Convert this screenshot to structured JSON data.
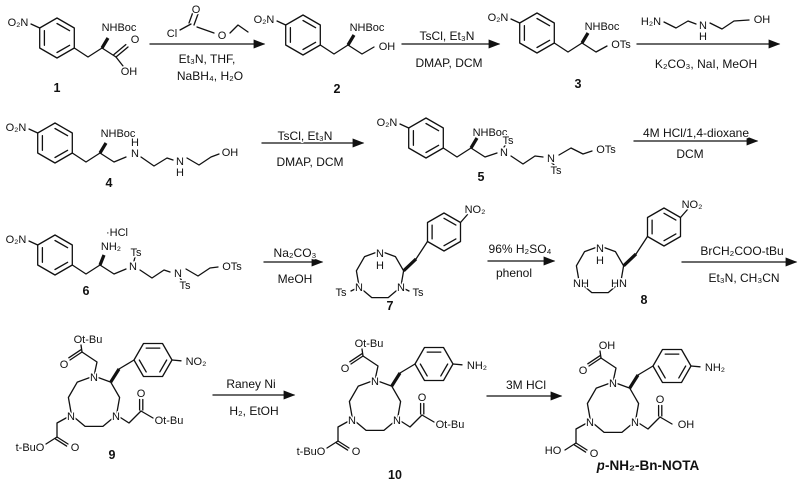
{
  "colors": {
    "ink": "#111111",
    "background": "#ffffff"
  },
  "labels": {
    "o2n": "O₂N",
    "nhboc": "NHBoc",
    "o": "O",
    "oh": "OH",
    "ho": "HO",
    "cl": "Cl",
    "ots": "OTs",
    "ts": "Ts",
    "n": "N",
    "h": "H",
    "nh": "NH",
    "hn": "HN",
    "nh2": "NH₂",
    "h2n": "H₂N",
    "no2": "NO₂",
    "hcl": "·HCl",
    "otbu": "Ot-Bu",
    "tbuo": "t-BuO"
  },
  "compounds": {
    "numbers": [
      "1",
      "2",
      "3",
      "4",
      "5",
      "6",
      "7",
      "8",
      "9",
      "10"
    ],
    "final_prefix": "p",
    "final_rest": "-NH₂-Bn-NOTA"
  },
  "steps": [
    {
      "above": "",
      "below1": "Et₃N, THF,",
      "below2": "NaBH₄, H₂O"
    },
    {
      "above": "TsCl, Et₃N",
      "below1": "DMAP, DCM"
    },
    {
      "above": "",
      "below1": "K₂CO₃, NaI, MeOH"
    },
    {
      "above": "TsCl, Et₃N",
      "below1": "DMAP, DCM"
    },
    {
      "above": "4M HCl/1,4-dioxane",
      "below1": "DCM"
    },
    {
      "above": "Na₂CO₃",
      "below1": "MeOH"
    },
    {
      "above": "96% H₂SO₄",
      "below1": "phenol"
    },
    {
      "above": "BrCH₂COO-tBu",
      "below1": "Et₃N, CH₃CN"
    },
    {
      "above": "Raney Ni",
      "below1": "H₂, EtOH"
    },
    {
      "above": "3M HCl",
      "below1": ""
    }
  ]
}
